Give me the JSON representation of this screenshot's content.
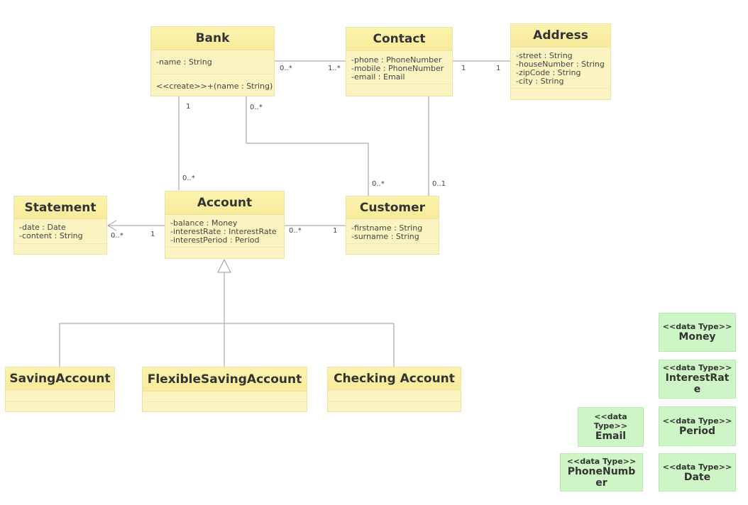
{
  "classes": {
    "bank": {
      "name": "Bank",
      "attributes": [
        "-name : String"
      ],
      "operations": [
        "<<create>>+(name : String)"
      ]
    },
    "contact": {
      "name": "Contact",
      "attributes": [
        "-phone : PhoneNumber",
        "-mobile : PhoneNumber",
        "-email : Email"
      ]
    },
    "address": {
      "name": "Address",
      "attributes": [
        "-street : String",
        "-houseNumber : String",
        "-zipCode : String",
        "-city : String"
      ]
    },
    "statement": {
      "name": "Statement",
      "attributes": [
        "-date : Date",
        "-content : String"
      ]
    },
    "account": {
      "name": "Account",
      "attributes": [
        "-balance : Money",
        "-interestRate : InterestRate",
        "-interestPeriod : Period"
      ]
    },
    "customer": {
      "name": "Customer",
      "attributes": [
        "-firstname : String",
        "-surname : String"
      ]
    },
    "saving_account": {
      "name": "SavingAccount"
    },
    "flexible_saving_account": {
      "name": "FlexibleSavingAccount"
    },
    "checking_account": {
      "name": "Checking Account"
    }
  },
  "data_types": {
    "stereotype": "<<data Type>>",
    "money": "Money",
    "interest_rate": "InterestRate",
    "email": "Email",
    "period": "Period",
    "phone_number": "PhoneNumber",
    "date": "Date"
  },
  "multiplicities": {
    "bank_contact_bank": "0..*",
    "bank_contact_contact": "1..*",
    "contact_address_contact": "1",
    "contact_address_address": "1",
    "bank_account_bank": "1",
    "bank_account_account": "0..*",
    "bank_customer_bank": "0..*",
    "bank_customer_customer": "0..*",
    "contact_customer_customer": "0..1",
    "statement_account_statement": "0..*",
    "statement_account_account": "1",
    "account_customer_account": "0..*",
    "account_customer_customer": "1"
  },
  "colors": {
    "class_fill": "#fcf4c0",
    "class_header": "#f8eb9a",
    "datatype_fill": "#cdf5c5",
    "line": "#999999"
  }
}
